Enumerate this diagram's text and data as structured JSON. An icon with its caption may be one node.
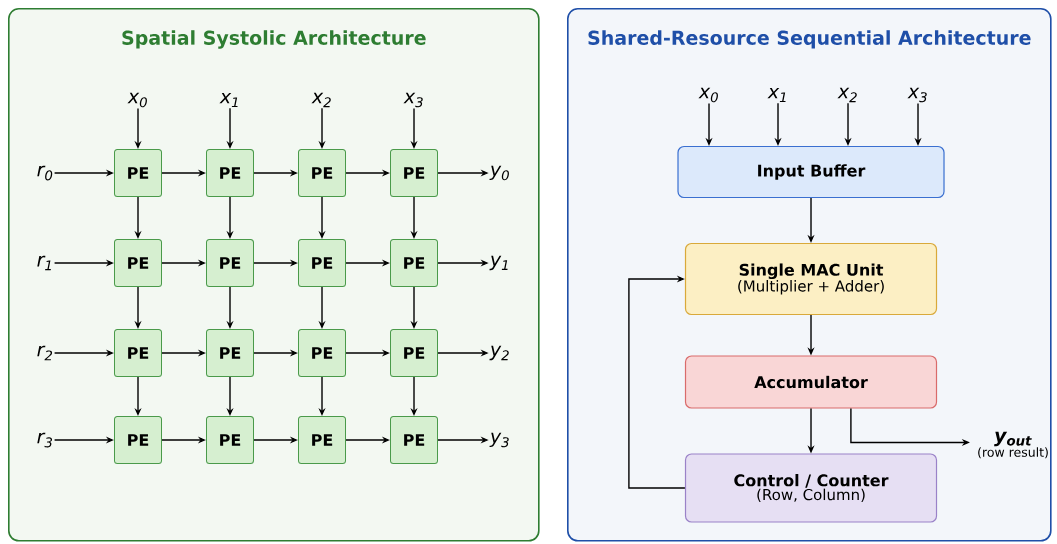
{
  "diagram": {
    "nodes": [
      {
        "text": [
          "Spatial Systolic Architecture"
        ]
      },
      {
        "text": [
          "x$_{0}$"
        ],
        "in": 0
      },
      {
        "text": [
          "x$_{1}$"
        ],
        "in": 0
      },
      {
        "text": [
          "x$_{2}$"
        ],
        "in": 0
      },
      {
        "text": [
          "x$_{3}$"
        ],
        "in": 0
      },
      {
        "text": [
          "r$_{0}$"
        ],
        "in": 0
      },
      {
        "text": [
          "PE"
        ],
        "in": 0
      },
      {
        "text": [
          "PE"
        ],
        "in": 0
      },
      {
        "text": [
          "PE"
        ],
        "in": 0
      },
      {
        "text": [
          "PE"
        ],
        "in": 0
      },
      {
        "text": [
          "y$_{0}$"
        ],
        "in": 0
      },
      {
        "text": [
          "r$_{1}$"
        ],
        "in": 0
      },
      {
        "text": [
          "PE"
        ],
        "in": 0
      },
      {
        "text": [
          "PE"
        ],
        "in": 0
      },
      {
        "text": [
          "PE"
        ],
        "in": 0
      },
      {
        "text": [
          "PE"
        ],
        "in": 0
      },
      {
        "text": [
          "y$_{1}$"
        ],
        "in": 0
      },
      {
        "text": [
          "r$_{2}$"
        ],
        "in": 0
      },
      {
        "text": [
          "PE"
        ],
        "in": 0
      },
      {
        "text": [
          "PE"
        ],
        "in": 0
      },
      {
        "text": [
          "PE"
        ],
        "in": 0
      },
      {
        "text": [
          "PE"
        ],
        "in": 0
      },
      {
        "text": [
          "y$_{2}$"
        ],
        "in": 0
      },
      {
        "text": [
          "r$_{3}$"
        ],
        "in": 0
      },
      {
        "text": [
          "PE"
        ],
        "in": 0
      },
      {
        "text": [
          "PE"
        ],
        "in": 0
      },
      {
        "text": [
          "PE"
        ],
        "in": 0
      },
      {
        "text": [
          "PE"
        ],
        "in": 0
      },
      {
        "text": [
          "y$_{3}$"
        ],
        "in": 0
      },
      {
        "text": [
          "Shared-Resource Sequential Architecture"
        ]
      },
      {
        "text": [
          "x$_{0}$"
        ],
        "in": 29
      },
      {
        "text": [
          "x$_{1}$"
        ],
        "in": 29
      },
      {
        "text": [
          "x$_{2}$"
        ],
        "in": 29
      },
      {
        "text": [
          "x$_{3}$"
        ],
        "in": 29
      },
      {
        "text": [
          "Input Buffer"
        ],
        "in": 29
      },
      {
        "text": [
          "Single MAC Unit",
          "(Multiplier + Adder)"
        ],
        "in": 29
      },
      {
        "text": [
          "Accumulator"
        ],
        "in": 29
      },
      {
        "text": [
          "Control / Counter",
          "(Row, Column)"
        ],
        "in": 29
      },
      {
        "text": [
          "y$_{out}$",
          "(row result)"
        ],
        "in": 29
      }
    ],
    "edges": [
      {
        "from": 1,
        "to": 6,
        "arrow": "to"
      },
      {
        "from": 2,
        "to": 7,
        "arrow": "to"
      },
      {
        "from": 3,
        "to": 8,
        "arrow": "to"
      },
      {
        "from": 4,
        "to": 9,
        "arrow": "to"
      },
      {
        "from": 5,
        "to": 6,
        "arrow": "to"
      },
      {
        "from": 6,
        "to": 7,
        "arrow": "to"
      },
      {
        "from": 7,
        "to": 8,
        "arrow": "to"
      },
      {
        "from": 8,
        "to": 9,
        "arrow": "to"
      },
      {
        "from": 9,
        "to": 10,
        "arrow": "to"
      },
      {
        "from": 6,
        "to": 12,
        "arrow": "to"
      },
      {
        "from": 7,
        "to": 13,
        "arrow": "to"
      },
      {
        "from": 8,
        "to": 14,
        "arrow": "to"
      },
      {
        "from": 9,
        "to": 15,
        "arrow": "to"
      },
      {
        "from": 11,
        "to": 12,
        "arrow": "to"
      },
      {
        "from": 12,
        "to": 13,
        "arrow": "to"
      },
      {
        "from": 13,
        "to": 14,
        "arrow": "to"
      },
      {
        "from": 14,
        "to": 15,
        "arrow": "to"
      },
      {
        "from": 15,
        "to": 16,
        "arrow": "to"
      },
      {
        "from": 12,
        "to": 18,
        "arrow": "to"
      },
      {
        "from": 13,
        "to": 19,
        "arrow": "to"
      },
      {
        "from": 14,
        "to": 20,
        "arrow": "to"
      },
      {
        "from": 15,
        "to": 21,
        "arrow": "to"
      },
      {
        "from": 17,
        "to": 18,
        "arrow": "to"
      },
      {
        "from": 18,
        "to": 19,
        "arrow": "to"
      },
      {
        "from": 19,
        "to": 20,
        "arrow": "to"
      },
      {
        "from": 20,
        "to": 21,
        "arrow": "to"
      },
      {
        "from": 21,
        "to": 22,
        "arrow": "to"
      },
      {
        "from": 18,
        "to": 24,
        "arrow": "to"
      },
      {
        "from": 19,
        "to": 25,
        "arrow": "to"
      },
      {
        "from": 20,
        "to": 26,
        "arrow": "to"
      },
      {
        "from": 21,
        "to": 27,
        "arrow": "to"
      },
      {
        "from": 23,
        "to": 24,
        "arrow": "to"
      },
      {
        "from": 24,
        "to": 25,
        "arrow": "to"
      },
      {
        "from": 25,
        "to": 26,
        "arrow": "to"
      },
      {
        "from": 26,
        "to": 27,
        "arrow": "to"
      },
      {
        "from": 27,
        "to": 28,
        "arrow": "to"
      },
      {
        "from": 30,
        "to": 34,
        "arrow": "to"
      },
      {
        "from": 31,
        "to": 34,
        "arrow": "to"
      },
      {
        "from": 32,
        "to": 34,
        "arrow": "to"
      },
      {
        "from": 33,
        "to": 34,
        "arrow": "to"
      },
      {
        "from": 34,
        "to": 35,
        "arrow": "to"
      },
      {
        "from": 35,
        "to": 36,
        "arrow": "to"
      },
      {
        "from": 36,
        "to": 37,
        "arrow": "to"
      },
      {
        "from": 36,
        "to": 38,
        "arrow": "to"
      },
      {
        "from": 37,
        "to": 35,
        "arrow": "to"
      }
    ]
  }
}
